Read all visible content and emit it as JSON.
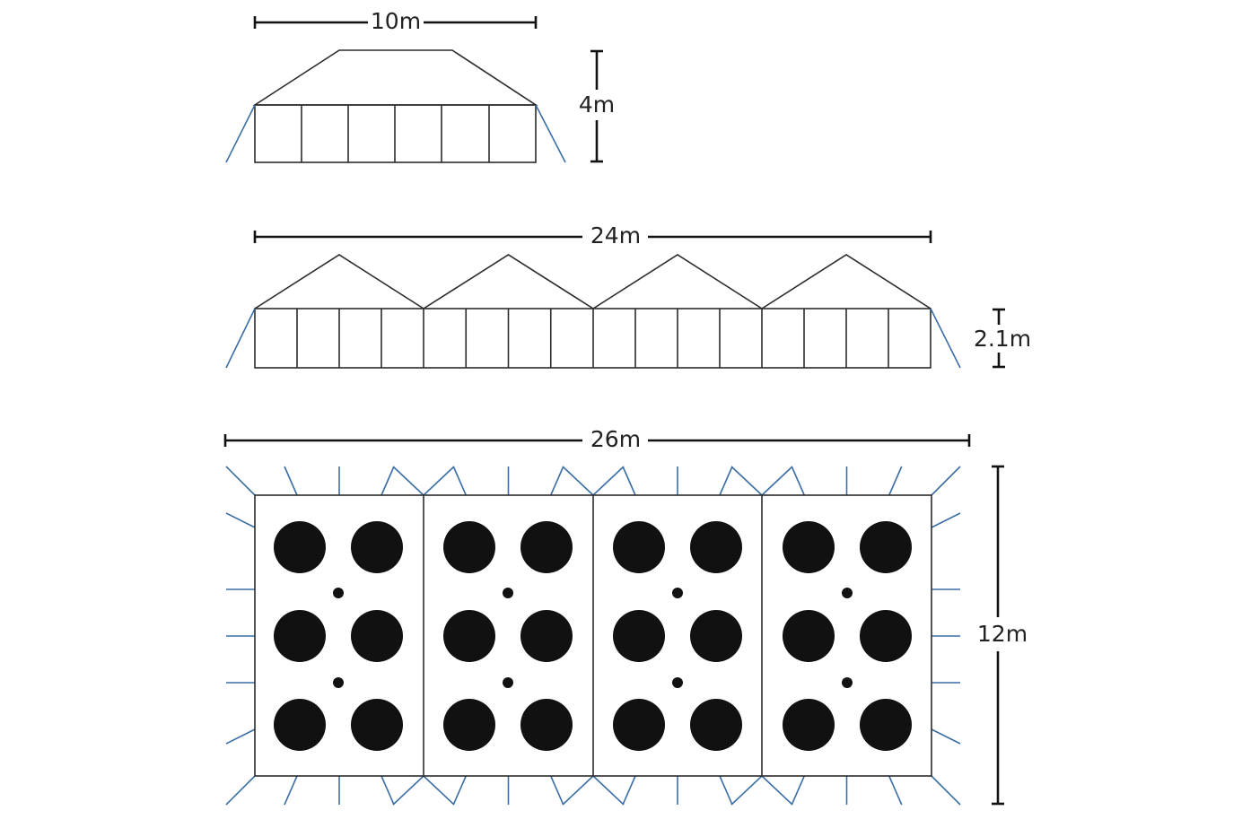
{
  "diagram": {
    "side_view": {
      "width_label": "10m",
      "height_label": "4m"
    },
    "front_view": {
      "length_label": "24m",
      "height_label": "2.1m"
    },
    "plan_view": {
      "length_label": "26m",
      "width_label": "12m"
    },
    "colors": {
      "outline": "#2b2b2b",
      "guy_ropes": "#3a6ea5",
      "tables": "#111111"
    }
  }
}
